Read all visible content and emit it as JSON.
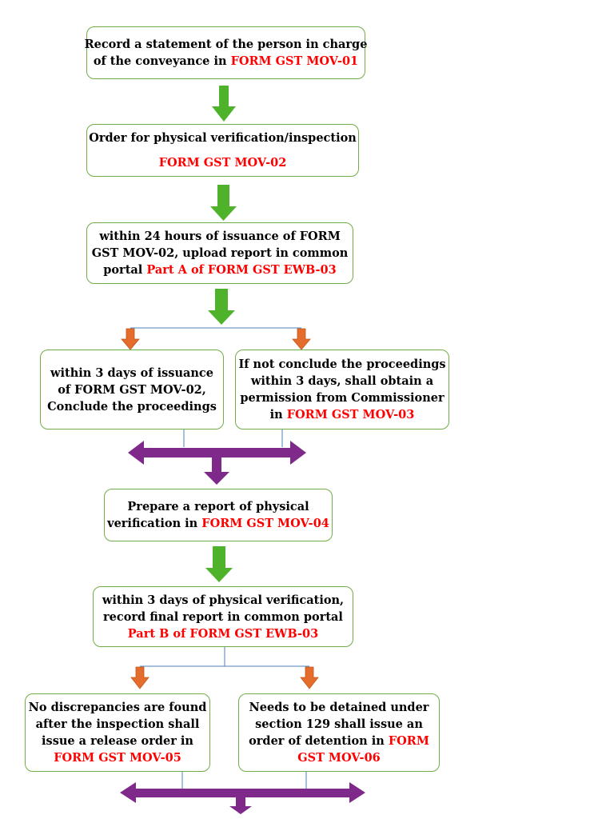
{
  "steps": {
    "s1": {
      "l1": "Record a statement of the person in charge",
      "l2a": "of the conveyance in ",
      "l2b": "FORM GST MOV-01"
    },
    "s2": {
      "l1": "Order for physical verification/inspection",
      "l2": "FORM GST MOV-02"
    },
    "s3": {
      "l1": "within 24 hours of issuance of FORM",
      "l2": "GST MOV-02, upload report in common",
      "l3a": "portal ",
      "l3b": "Part A of FORM GST EWB-03"
    },
    "s4a": {
      "l1": "within 3 days of issuance",
      "l2": "of FORM GST MOV-02,",
      "l3": "Conclude the proceedings"
    },
    "s4b": {
      "l1": "If not conclude the proceedings",
      "l2": "within 3 days, shall obtain a",
      "l3": "permission from Commissioner",
      "l4a": "in ",
      "l4b": "FORM GST MOV-03"
    },
    "s5": {
      "l1": "Prepare a report of physical",
      "l2a": "verification in ",
      "l2b": "FORM GST MOV-04"
    },
    "s6": {
      "l1": "within 3 days of physical verification,",
      "l2": "record final report in common portal",
      "l3": "Part B of FORM GST EWB-03"
    },
    "s7a": {
      "l1": "No discrepancies are found",
      "l2": "after the inspection shall",
      "l3": "issue a release order in",
      "l4": "FORM GST MOV-05"
    },
    "s7b": {
      "l1": "Needs to be detained under",
      "l2": "section 129 shall issue an",
      "l3a": "order of detention in ",
      "l3b": "FORM",
      "l4": "GST MOV-06"
    }
  },
  "colors": {
    "box_border": "#70ad47",
    "down_arrow": "#4eb32a",
    "split_arrow": "#e46c2c",
    "merge_arrow": "#7f2a8a",
    "connector": "#4f81bd",
    "form_text": "#ff0000"
  }
}
